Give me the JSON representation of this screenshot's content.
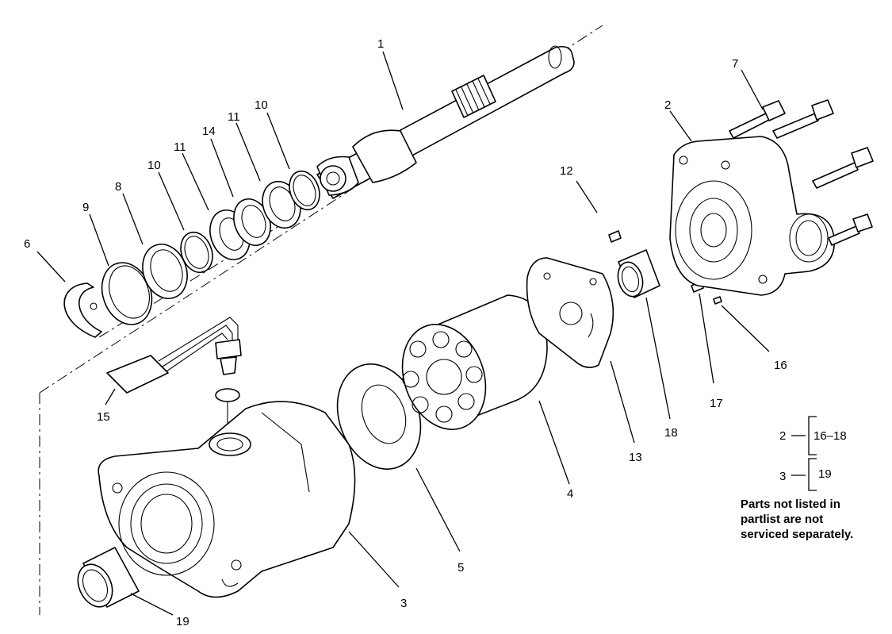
{
  "callouts": {
    "c1": "1",
    "c2": "2",
    "c3": "3",
    "c4": "4",
    "c5": "5",
    "c6": "6",
    "c7": "7",
    "c8": "8",
    "c9": "9",
    "c10a": "10",
    "c10b": "10",
    "c11a": "11",
    "c11b": "11",
    "c12": "12",
    "c13": "13",
    "c14": "14",
    "c15": "15",
    "c16": "16",
    "c17": "17",
    "c18": "18",
    "c19": "19"
  },
  "legend": {
    "row1_parent": "2",
    "row1_children": "16–18",
    "row2_parent": "3",
    "row2_children": "19"
  },
  "note": {
    "line1": "Parts not listed in",
    "line2": "partlist are not",
    "line3": "serviced separately."
  }
}
